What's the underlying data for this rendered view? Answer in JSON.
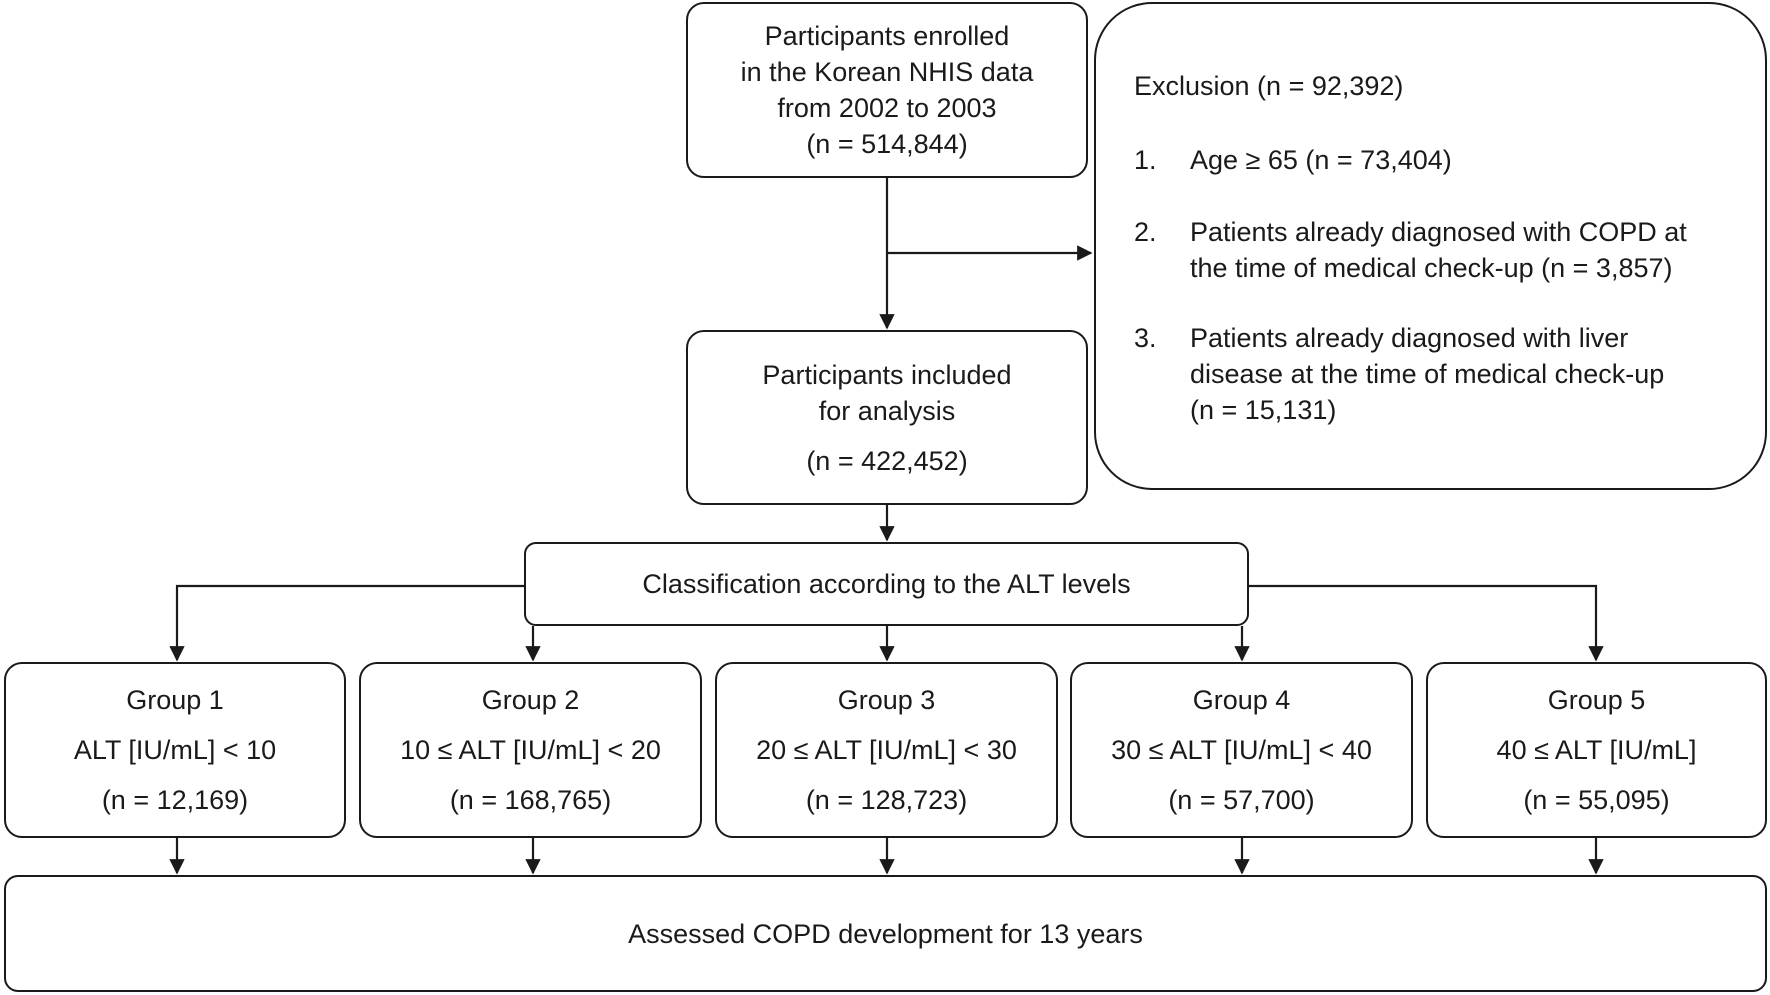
{
  "enrolled": {
    "lines": [
      "Participants enrolled",
      "in the Korean NHIS data",
      "from 2002 to 2003",
      "(n = 514,844)"
    ]
  },
  "exclusion": {
    "title": "Exclusion (n = 92,392)",
    "items": [
      {
        "num": "1.",
        "lines": [
          "Age ≥ 65 (n = 73,404)"
        ]
      },
      {
        "num": "2.",
        "lines": [
          "Patients already diagnosed with COPD at",
          "the time of medical check-up (n = 3,857)"
        ]
      },
      {
        "num": "3.",
        "lines": [
          "Patients already diagnosed with liver",
          "disease at the time of medical check-up",
          "(n = 15,131)"
        ]
      }
    ]
  },
  "included": {
    "lines": [
      "Participants included",
      "for analysis",
      "(n = 422,452)"
    ]
  },
  "classification": {
    "label": "Classification according to the ALT levels"
  },
  "groups": [
    {
      "name": "Group 1",
      "range": "ALT [IU/mL] < 10",
      "n": "(n = 12,169)"
    },
    {
      "name": "Group 2",
      "range": "10 ≤ ALT  [IU/mL] < 20",
      "n": "(n = 168,765)"
    },
    {
      "name": "Group 3",
      "range": "20 ≤ ALT  [IU/mL] < 30",
      "n": "(n = 128,723)"
    },
    {
      "name": "Group 4",
      "range": "30 ≤ ALT [IU/mL] < 40",
      "n": "(n = 57,700)"
    },
    {
      "name": "Group 5",
      "range": "40 ≤ ALT [IU/mL]",
      "n": "(n = 55,095)"
    }
  ],
  "outcome": {
    "label": "Assessed COPD development for 13 years"
  }
}
